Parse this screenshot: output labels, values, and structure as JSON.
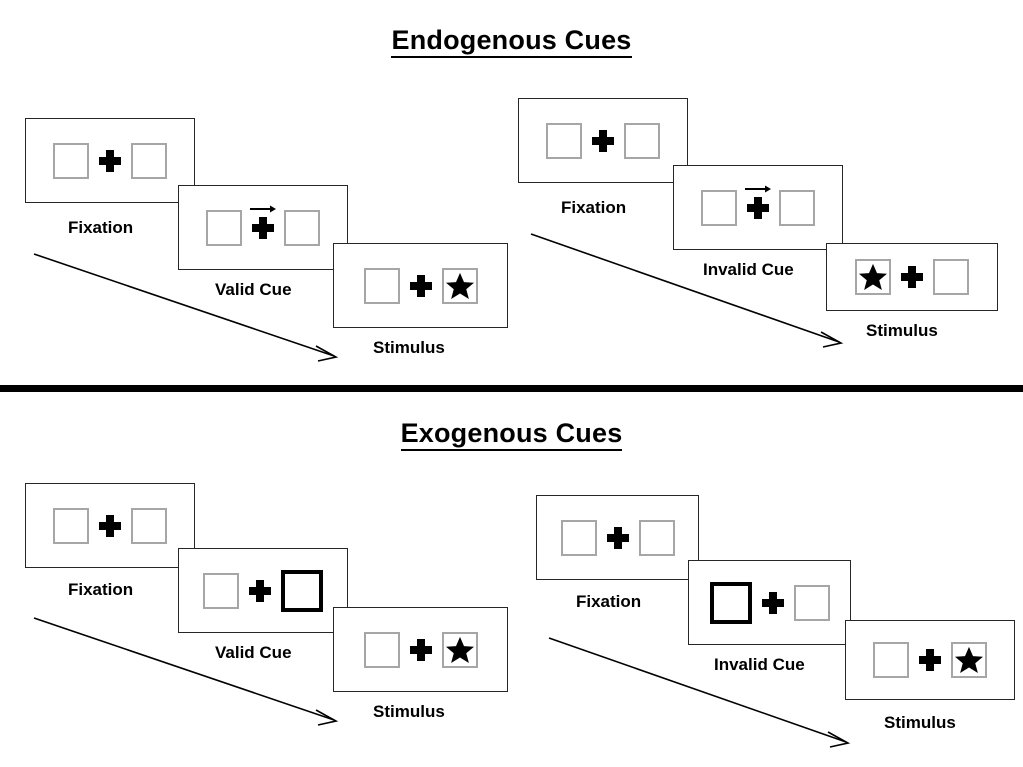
{
  "figure": {
    "sections": [
      {
        "id": "endogenous",
        "title": "Endogenous Cues",
        "conditions": [
          {
            "id": "endogenous-valid",
            "panels": [
              {
                "name": "fixation",
                "label": "Fixation",
                "left_box": "empty",
                "right_box": "empty",
                "cue": "none",
                "stimulus_side": "none"
              },
              {
                "name": "cue",
                "label": "Valid Cue",
                "left_box": "empty",
                "right_box": "empty",
                "cue": "arrow-right",
                "stimulus_side": "none"
              },
              {
                "name": "stimulus",
                "label": "Stimulus",
                "left_box": "empty",
                "right_box": "star",
                "cue": "none",
                "stimulus_side": "right"
              }
            ]
          },
          {
            "id": "endogenous-invalid",
            "panels": [
              {
                "name": "fixation",
                "label": "Fixation",
                "left_box": "empty",
                "right_box": "empty",
                "cue": "none",
                "stimulus_side": "none"
              },
              {
                "name": "cue",
                "label": "Invalid Cue",
                "left_box": "empty",
                "right_box": "empty",
                "cue": "arrow-right",
                "stimulus_side": "none"
              },
              {
                "name": "stimulus",
                "label": "Stimulus",
                "left_box": "star",
                "right_box": "empty",
                "cue": "none",
                "stimulus_side": "left"
              }
            ]
          }
        ]
      },
      {
        "id": "exogenous",
        "title": "Exogenous Cues",
        "conditions": [
          {
            "id": "exogenous-valid",
            "panels": [
              {
                "name": "fixation",
                "label": "Fixation",
                "left_box": "empty",
                "right_box": "empty",
                "cue": "none",
                "stimulus_side": "none"
              },
              {
                "name": "cue",
                "label": "Valid Cue",
                "left_box": "empty",
                "right_box": "highlighted",
                "cue": "box-flash-right",
                "stimulus_side": "none"
              },
              {
                "name": "stimulus",
                "label": "Stimulus",
                "left_box": "empty",
                "right_box": "star",
                "cue": "none",
                "stimulus_side": "right"
              }
            ]
          },
          {
            "id": "exogenous-invalid",
            "panels": [
              {
                "name": "fixation",
                "label": "Fixation",
                "left_box": "empty",
                "right_box": "empty",
                "cue": "none",
                "stimulus_side": "none"
              },
              {
                "name": "cue",
                "label": "Invalid Cue",
                "left_box": "highlighted",
                "right_box": "empty",
                "cue": "box-flash-left",
                "stimulus_side": "none"
              },
              {
                "name": "stimulus",
                "label": "Stimulus",
                "left_box": "empty",
                "right_box": "star",
                "cue": "none",
                "stimulus_side": "right"
              }
            ]
          }
        ]
      }
    ],
    "time_arrows": 4,
    "colors": {
      "panel_border": "#262626",
      "box_border": "#a6a6a6",
      "cued_box_border": "#000000",
      "stimulus": "#000000",
      "divider": "#000000",
      "background": "#ffffff"
    }
  },
  "labels": {
    "endogenous_title": "Endogenous Cues",
    "exogenous_title": "Exogenous Cues",
    "fixation": "Fixation",
    "valid_cue": "Valid Cue",
    "invalid_cue": "Invalid Cue",
    "stimulus": "Stimulus"
  }
}
